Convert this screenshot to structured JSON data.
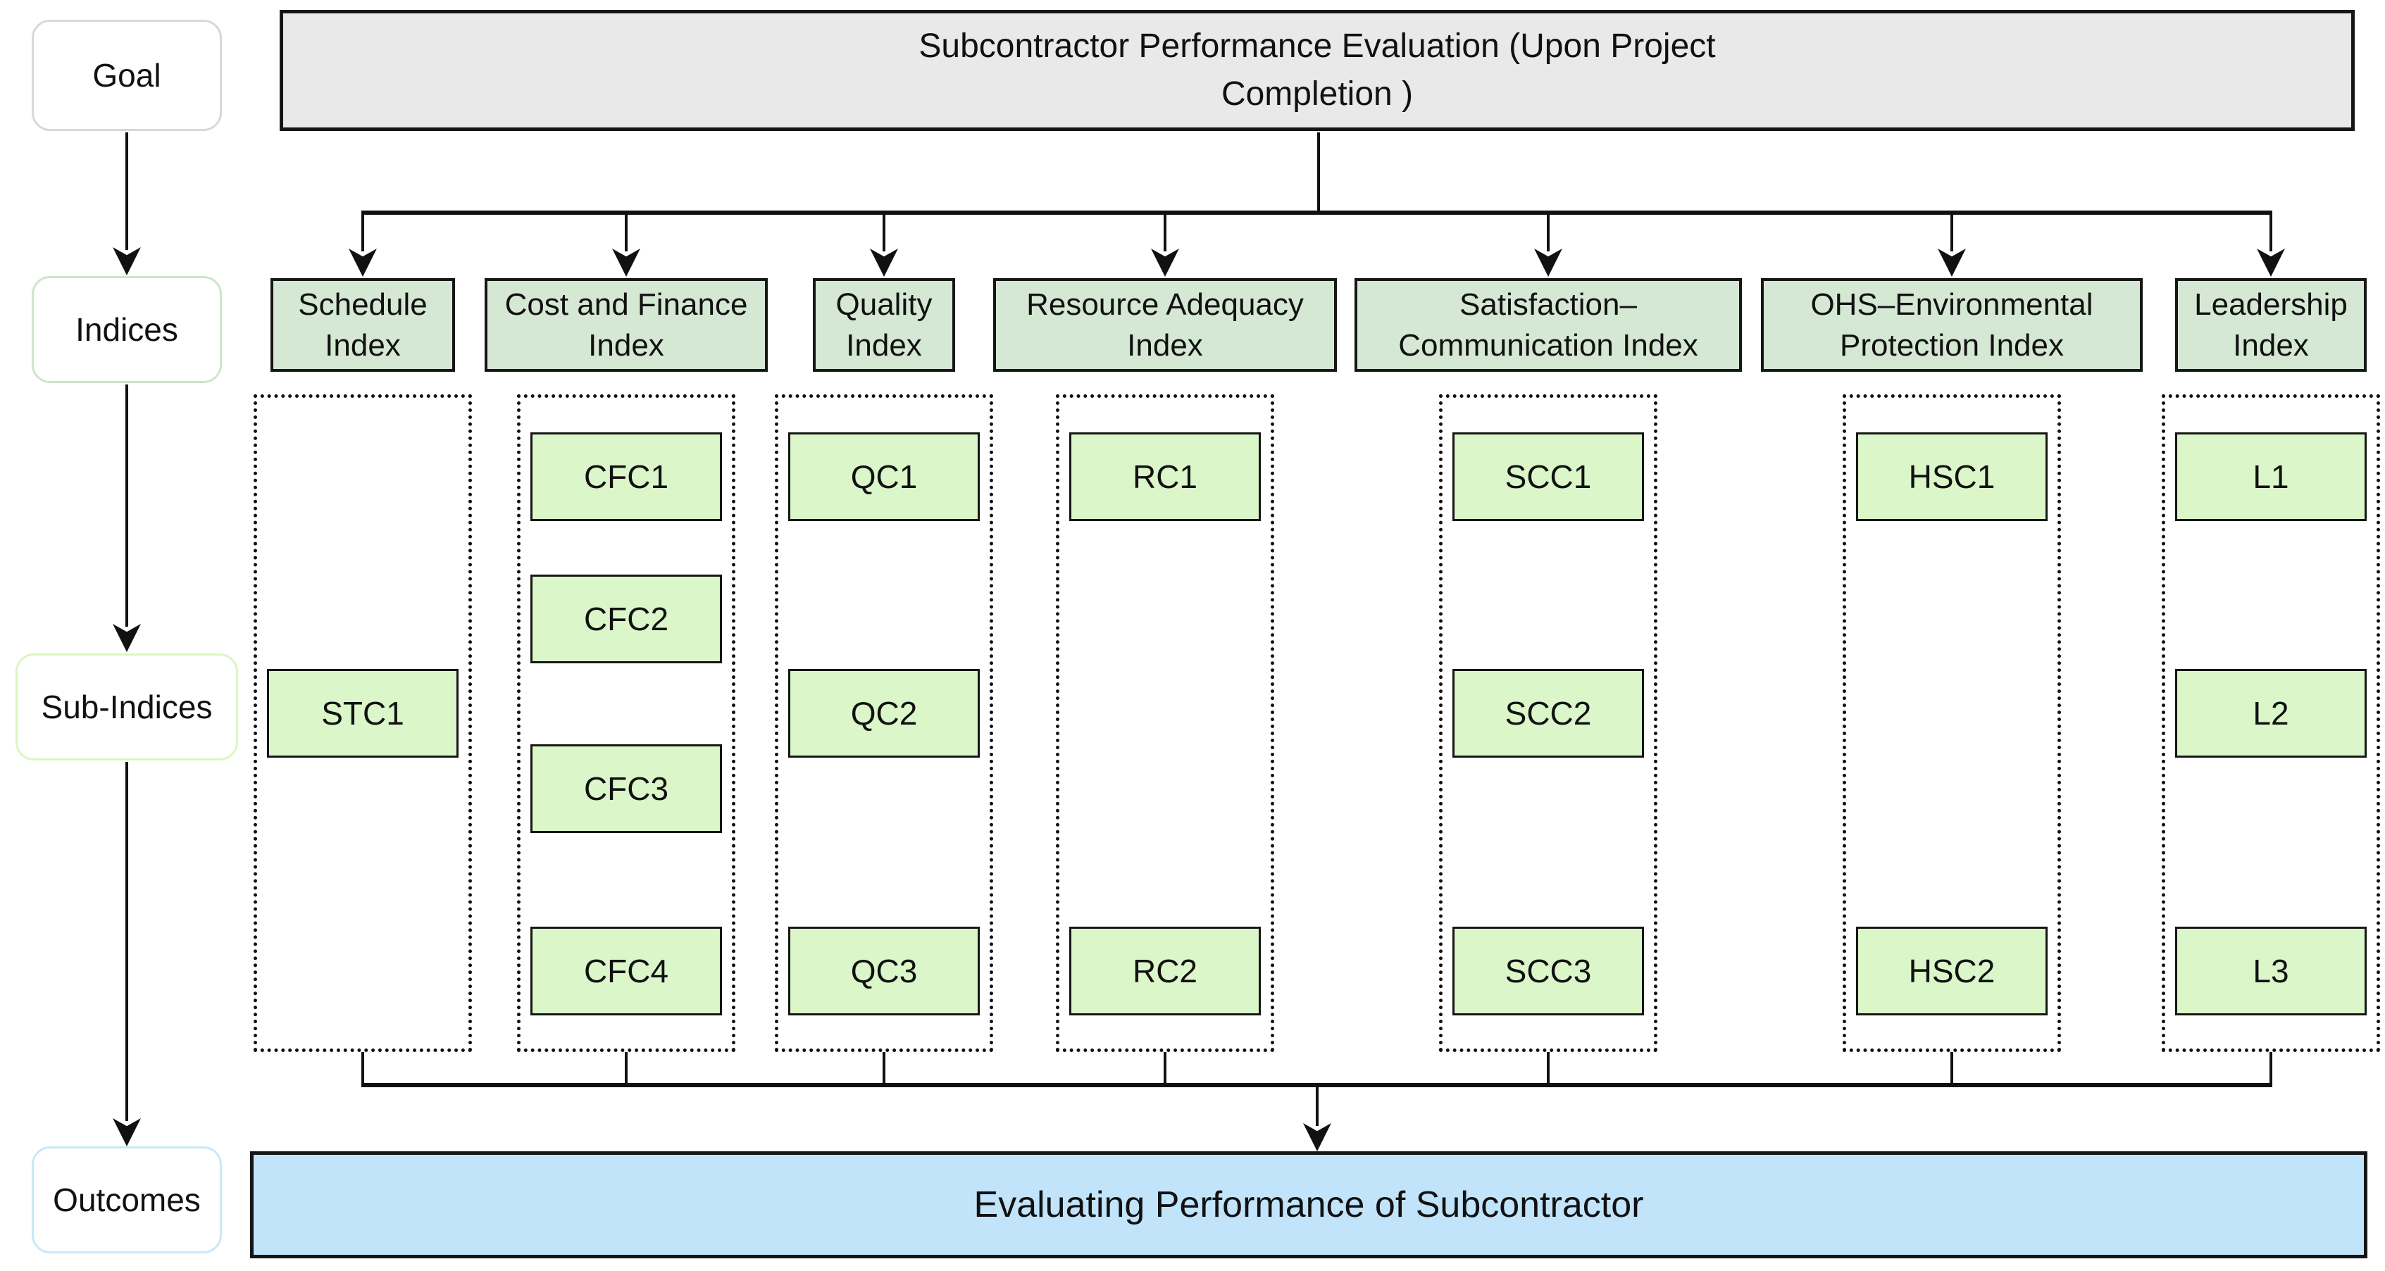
{
  "left_rail": {
    "goal_label": "Goal",
    "indices_label": "Indices",
    "sub_indices_label": "Sub-Indices",
    "outcomes_label": "Outcomes"
  },
  "goal_box": {
    "title": "Subcontractor Performance Evaluation (Upon Project Completion )"
  },
  "outcome_box": {
    "title": "Evaluating Performance of Subcontractor"
  },
  "columns": [
    {
      "index": "Schedule Index",
      "subs": [
        "STC1"
      ]
    },
    {
      "index": "Cost and Finance Index",
      "subs": [
        "CFC1",
        "CFC2",
        "CFC3",
        "CFC4"
      ]
    },
    {
      "index": "Quality Index",
      "subs": [
        "QC1",
        "QC2",
        "QC3"
      ]
    },
    {
      "index": "Resource Adequacy Index",
      "subs": [
        "RC1",
        "RC2"
      ]
    },
    {
      "index": "Satisfaction–Communication Index",
      "subs": [
        "SCC1",
        "SCC2",
        "SCC3"
      ]
    },
    {
      "index": "OHS–Environmental Protection Index",
      "subs": [
        "HSC1",
        "HSC2"
      ]
    },
    {
      "index": "Leadership Index",
      "subs": [
        "L1",
        "L2",
        "L3"
      ]
    }
  ],
  "colors": {
    "goal_fill": "#e9e9e9",
    "index_header_fill": "#d5e8d4",
    "sub_index_fill": "#dbf7ca",
    "outcome_fill": "#c2e4fb",
    "line_color": "#111111",
    "rail_goal_border": "#d8d8d8",
    "rail_indices_border": "#cbe7ca",
    "rail_sub_indices_border": "#ddf6c0",
    "rail_outcomes_border": "#c9e7f9"
  }
}
